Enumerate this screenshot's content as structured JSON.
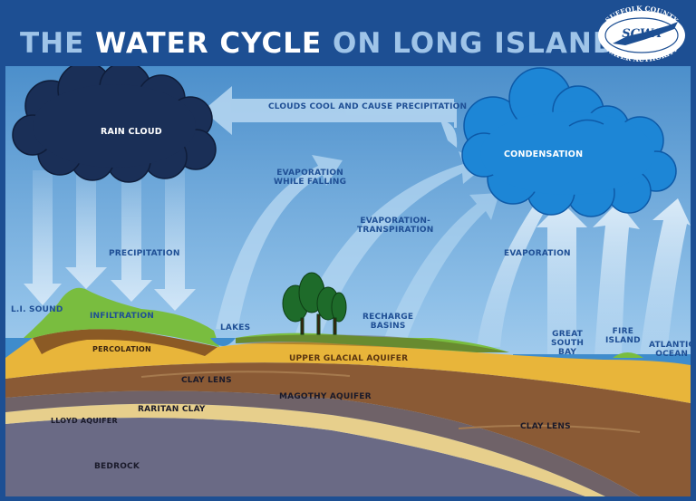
{
  "header": {
    "title_part1": "THE ",
    "title_part2": "WATER CYCLE",
    "title_part3": " ON LONG ISLAND"
  },
  "logo": {
    "top_text": "SUFFOLK COUNTY",
    "abbrev": "SCWA",
    "bottom_text": "WATER AUTHORITY"
  },
  "labels": {
    "rain_cloud": "RAIN CLOUD",
    "condensation": "CONDENSATION",
    "clouds_cool": "CLOUDS COOL AND CAUSE PRECIPITATION",
    "evap_falling_1": "EVAPORATION",
    "evap_falling_2": "WHILE FALLING",
    "evapotrans_1": "EVAPORATION-",
    "evapotrans_2": "TRANSPIRATION",
    "precipitation": "PRECIPITATION",
    "evaporation": "EVAPORATION",
    "li_sound": "L.I. SOUND",
    "infiltration": "INFILTRATION",
    "lakes": "LAKES",
    "recharge_1": "RECHARGE",
    "recharge_2": "BASINS",
    "great_south_1": "GREAT",
    "great_south_2": "SOUTH",
    "great_south_3": "BAY",
    "fire_island_1": "FIRE",
    "fire_island_2": "ISLAND",
    "atlantic_1": "ATLANTIC",
    "atlantic_2": "OCEAN",
    "percolation": "PERCOLATION",
    "upper_glacial": "UPPER GLACIAL AQUIFER",
    "clay_lens_1": "CLAY LENS",
    "magothy": "MAGOTHY AQUIFER",
    "raritan": "RARITAN CLAY",
    "lloyd": "LLOYD AQUIFER",
    "clay_lens_2": "CLAY LENS",
    "bedrock": "BEDROCK"
  },
  "colors": {
    "frame": "#1d4f93",
    "sky_top": "#4c8fcb",
    "sky_bottom": "#cfe6f7",
    "rain_cloud": "#1a2f57",
    "condensation_cloud": "#1d86d6",
    "arrow": "#b8d8f2",
    "grass": "#79bd3f",
    "glacial": "#e8b53a",
    "magothy": "#8a5a35",
    "raritan": "#6f6268",
    "lloyd": "#e7cf8c",
    "bedrock": "#6a6a85",
    "water": "#3f8ccc"
  }
}
